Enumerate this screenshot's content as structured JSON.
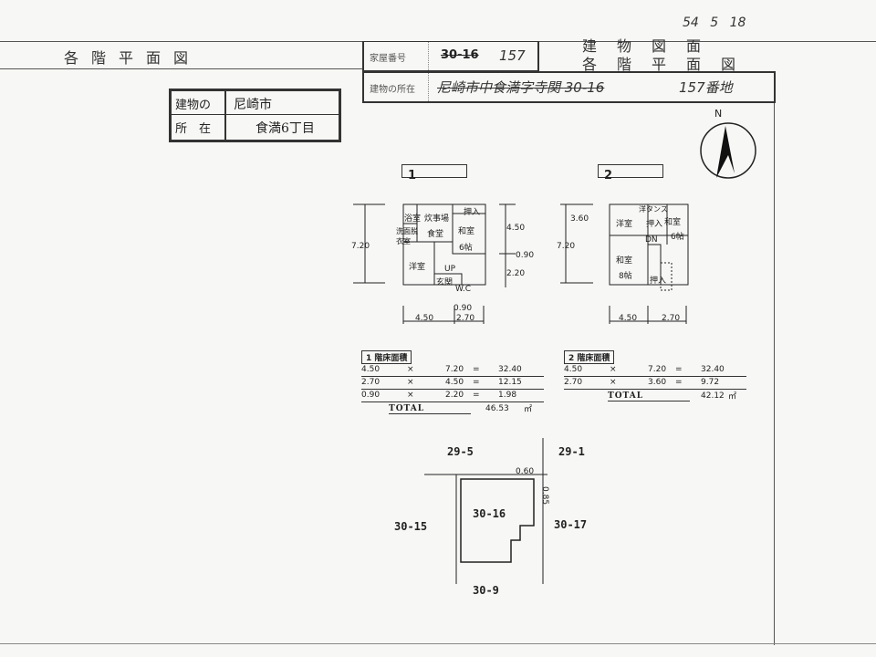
{
  "header": {
    "left_title": "各階平面図",
    "right_title_1": "建物図面",
    "right_title_2": "各階平面図",
    "date_note": "54 5 18"
  },
  "house_number": {
    "label": "家屋番号",
    "old_value": "30-16",
    "new_value": "157"
  },
  "location": {
    "label": "建物の所在",
    "old_value": "尼崎市中食満字寺関 30-16",
    "new_value": "157番地"
  },
  "stamp": {
    "label_1": "建物の",
    "label_2": "所　在",
    "value_1": "尼崎市",
    "value_2": "食満6丁目"
  },
  "compass": {
    "label": "N"
  },
  "floor1": {
    "label": "1",
    "rooms": [
      "浴室",
      "炊事場",
      "食堂",
      "洗面脱衣室",
      "和室",
      "6帖",
      "押入",
      "洋室",
      "UP",
      "玄関",
      "W.C"
    ],
    "dims": [
      "7.20",
      "4.50",
      "0.90",
      "2.20",
      "4.50",
      "2.70",
      "0.90"
    ]
  },
  "floor2": {
    "label": "2",
    "rooms": [
      "洋タンス",
      "洋室",
      "押入",
      "和室",
      "6帖",
      "DN",
      "和室",
      "8帖",
      "押入"
    ],
    "dims": [
      "7.20",
      "3.60",
      "4.50",
      "2.70"
    ]
  },
  "area1": {
    "title": "1 階床面積",
    "rows": [
      [
        "4.50",
        "×",
        "7.20",
        "=",
        "32.40"
      ],
      [
        "2.70",
        "×",
        "4.50",
        "=",
        "12.15"
      ],
      [
        "0.90",
        "×",
        "2.20",
        "=",
        "1.98"
      ]
    ],
    "total_label": "TOTAL",
    "total": "46.53",
    "unit": "㎡"
  },
  "area2": {
    "title": "2 階床面積",
    "rows": [
      [
        "4.50",
        "×",
        "7.20",
        "=",
        "32.40"
      ],
      [
        "2.70",
        "×",
        "3.60",
        "=",
        "9.72"
      ]
    ],
    "total_label": "TOTAL",
    "total": "42.12",
    "unit": "㎡"
  },
  "site": {
    "lot": "30-16",
    "north_west": "29-5",
    "north_east": "29-1",
    "west": "30-15",
    "east": "30-17",
    "south": "30-9",
    "dim_top": "0.60",
    "dim_side": "0.85"
  }
}
